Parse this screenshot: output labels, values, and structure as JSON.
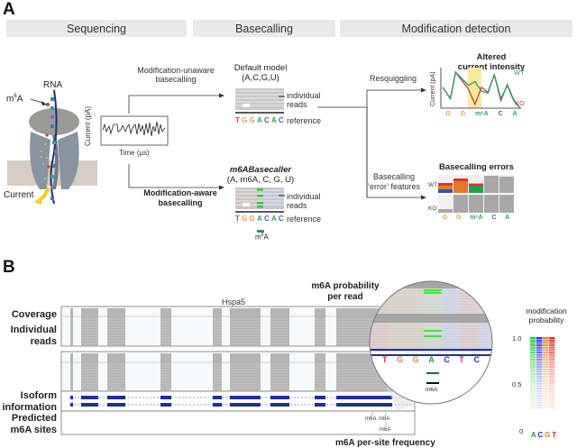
{
  "panel_a": {
    "letter": "A",
    "headers": [
      "Sequencing",
      "Basecalling",
      "Modification detection"
    ],
    "sequencing": {
      "rna_label": "RNA",
      "m6a_label_base": "m",
      "m6a_label_sup": "6",
      "m6a_label_end": "A",
      "current_label": "Current",
      "signal_ylabel": "Current (pA)",
      "signal_xlabel": "Time (µs)"
    },
    "branches": {
      "unaware_label_1": "Modification-unaware",
      "unaware_label_2": "basecalling",
      "aware_label_1": "Modification-aware",
      "aware_label_2": "basecalling"
    },
    "default_model": {
      "title": "Default model",
      "alphabet": "(A,C,G,U)",
      "reads_label_1": "individual",
      "reads_label_2": "reads",
      "reference_label": "reference",
      "reference_bases": [
        "T",
        "G",
        "G",
        "A",
        "C",
        "A",
        "C"
      ]
    },
    "m6a_model": {
      "title": "m6ABasecaller",
      "alphabet": "(A, m6A, C, G, U)",
      "reads_label_1": "individual",
      "reads_label_2": "reads",
      "reference_label": "reference",
      "reference_bases": [
        "T",
        "G",
        "G",
        "A",
        "C",
        "A",
        "C"
      ],
      "site_label_base": "m",
      "site_label_sup": "6",
      "site_label_end": "A"
    },
    "detection": {
      "resquiggling_label": "Resquiggling",
      "error_label_1": "Basecalling",
      "error_label_2": "‘error’ features",
      "intensity_title_1": "Altered",
      "intensity_title_2": "current intensity",
      "intensity_ylabel": "Current (pA)",
      "errors_title": "Basecalling errors",
      "wt_label": "WT",
      "ko_label": "KO",
      "x_bases": [
        "G",
        "G",
        "m⁶A",
        "C",
        "A"
      ]
    }
  },
  "chart_data": [
    {
      "type": "line",
      "title": "Altered current intensity",
      "ylabel": "Current (pA)",
      "categories": [
        "G",
        "G",
        "m6A",
        "C",
        "A"
      ],
      "highlight_category": "m6A",
      "x": [
        0,
        0.6,
        1,
        2,
        2.5,
        3,
        3.5,
        4,
        4.5,
        5,
        5.5,
        6
      ],
      "series": [
        {
          "name": "WT",
          "color": "#2a9a5a",
          "values": [
            0.55,
            0.25,
            0.95,
            0.6,
            0.7,
            0.45,
            0.4,
            0.88,
            0.25,
            0.6,
            0.2,
            0.0
          ]
        },
        {
          "name": "KO",
          "color": "#c0403a",
          "values": [
            0.55,
            0.25,
            0.95,
            0.5,
            0.1,
            0.55,
            0.42,
            0.88,
            0.2,
            0.62,
            0.22,
            0.0
          ]
        }
      ]
    },
    {
      "type": "bar",
      "title": "Basecalling errors",
      "categories": [
        "G",
        "G",
        "m6A",
        "C",
        "A"
      ],
      "series": [
        {
          "name": "WT",
          "segments": [
            [
              {
                "color": "#2f56a6",
                "v": 0.2
              },
              {
                "color": "#e07a2c",
                "v": 0.2
              },
              {
                "color": "#e63030",
                "v": 0.15
              }
            ],
            [
              {
                "color": "#e07a2c",
                "v": 0.65
              },
              {
                "color": "#e63030",
                "v": 0.15
              }
            ],
            [
              {
                "color": "#22a04e",
                "v": 0.4
              },
              {
                "color": "#e63030",
                "v": 0.12
              }
            ],
            [
              {
                "color": "#a8a8a8",
                "v": 0.95
              }
            ],
            [
              {
                "color": "#a8a8a8",
                "v": 0.9
              }
            ]
          ]
        },
        {
          "name": "KO",
          "values": [
            0.2,
            1.0,
            1.0,
            1.0,
            1.0
          ]
        }
      ]
    },
    {
      "type": "heatmap",
      "title": "modification probability",
      "categories": [
        "A",
        "C",
        "G",
        "T"
      ],
      "colors": [
        "#22c42a",
        "#2c2ce0",
        "#e0862a",
        "#e63030"
      ],
      "yticks": [
        "1.0",
        "0.5",
        "0"
      ],
      "ylim": [
        0,
        1
      ]
    }
  ],
  "panel_b": {
    "letter": "B",
    "gene_label": "Hspa5",
    "row_labels": {
      "coverage": "Coverage",
      "reads_1": "Individual",
      "reads_2": "reads",
      "isoform_1": "Isoform",
      "isoform_2": "information",
      "predicted_1": "Predicted",
      "predicted_2": "m6A sites"
    },
    "zoom_title_1": "m6A probability",
    "zoom_title_2": "per read",
    "zoom_bases": [
      "T",
      "G",
      "G",
      "A",
      "C",
      "T",
      "C"
    ],
    "zoom_site_label": "m6A",
    "site_labels": [
      "m6A",
      "m6A",
      "m6A"
    ],
    "footer_label": "m6A per-site frequency",
    "legend_title_1": "modification",
    "legend_title_2": "probability"
  }
}
